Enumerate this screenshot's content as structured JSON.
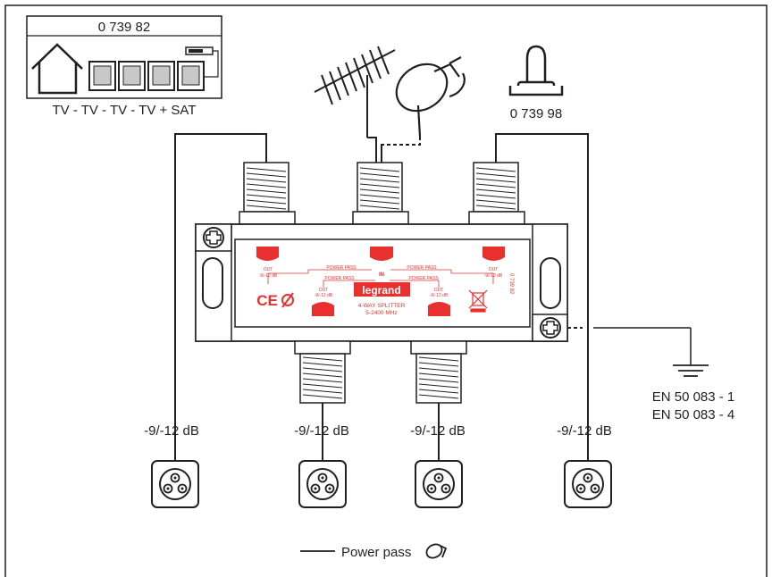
{
  "kit": {
    "reference": "0 739 82",
    "caption": "TV - TV - TV - TV + SAT"
  },
  "power_supply": {
    "reference": "0 739 98"
  },
  "splitter": {
    "brand": "legrand",
    "model": "4-WAY SPLITTER",
    "frequency": "5-2400 MHz",
    "input_label": "IN",
    "power_pass_label": "POWER PASS",
    "out_label": "OUT",
    "out_attenuation": "-9/-12 dB",
    "reference_vertical": "0 739 82",
    "ce_mark": "CE"
  },
  "outputs": [
    {
      "attenuation": "-9/-12 dB"
    },
    {
      "attenuation": "-9/-12 dB"
    },
    {
      "attenuation": "-9/-12 dB"
    },
    {
      "attenuation": "-9/-12 dB"
    }
  ],
  "ground": {
    "standard_1": "EN 50 083 - 1",
    "standard_2": "EN 50 083 - 4"
  },
  "legend": {
    "power_pass_label": "Power pass"
  },
  "colors": {
    "line": "#231f20",
    "brand_red": "#e8312f",
    "monitor_gray": "#c8c8c8",
    "label_bg": "#e8e8e8"
  },
  "icons": [
    "house-icon",
    "tv-icon",
    "satellite-receiver-icon",
    "antenna-icon",
    "satellite-dish-icon",
    "power-supply-icon",
    "ground-icon",
    "tv-socket-icon",
    "screw-icon"
  ]
}
